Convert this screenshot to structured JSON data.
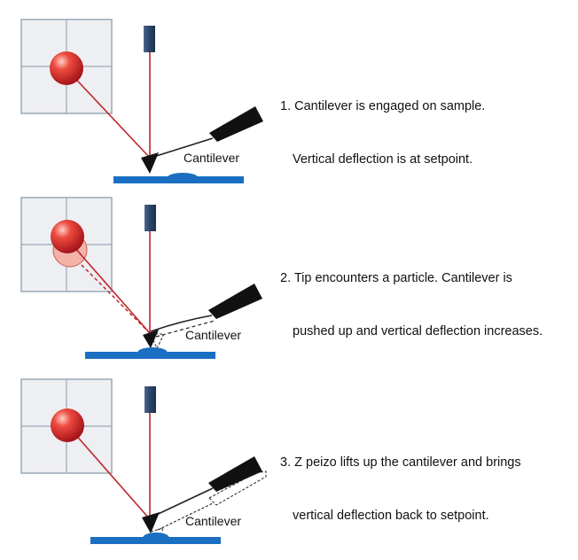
{
  "panels": [
    {
      "step_line1": "1. Cantilever is engaged on sample.",
      "step_line2": "Vertical deflection is at setpoint.",
      "cantilever_label": "Cantilever"
    },
    {
      "step_line1": "2. Tip encounters a particle. Cantilever is",
      "step_line2": "pushed up and vertical deflection increases.",
      "cantilever_label": "Cantilever"
    },
    {
      "step_line1": "3. Z peizo lifts up the cantilever and brings",
      "step_line2": "vertical deflection back to setpoint.",
      "cantilever_label": "Cantilever"
    }
  ],
  "colors": {
    "laser": "#c0272d",
    "sample": "#1b6fc2",
    "detector_fill": "#eeeff2",
    "detector_stroke": "#9aa8b8",
    "laser_source": "#2f4a6e",
    "spot": "#d6262b"
  }
}
